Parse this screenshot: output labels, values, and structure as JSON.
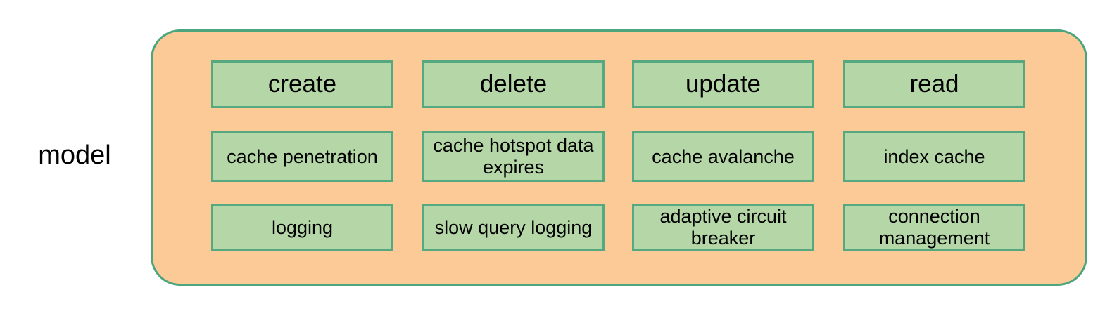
{
  "diagram": {
    "side_label": "model",
    "colors": {
      "group_fill": "#fcca97",
      "group_border": "#4ba57d",
      "node_fill": "#b5d6a7",
      "node_border": "#55a87f",
      "text": "#000000",
      "canvas": "#ffffff"
    },
    "columns": 4,
    "rows": 3,
    "nodes": [
      {
        "row": 0,
        "col": 0,
        "label": "create"
      },
      {
        "row": 0,
        "col": 1,
        "label": "delete"
      },
      {
        "row": 0,
        "col": 2,
        "label": "update"
      },
      {
        "row": 0,
        "col": 3,
        "label": "read"
      },
      {
        "row": 1,
        "col": 0,
        "label": "cache penetration"
      },
      {
        "row": 1,
        "col": 1,
        "label": "cache hotspot data expires"
      },
      {
        "row": 1,
        "col": 2,
        "label": "cache avalanche"
      },
      {
        "row": 1,
        "col": 3,
        "label": "index cache"
      },
      {
        "row": 2,
        "col": 0,
        "label": "logging"
      },
      {
        "row": 2,
        "col": 1,
        "label": "slow query logging"
      },
      {
        "row": 2,
        "col": 2,
        "label": "adaptive circuit breaker"
      },
      {
        "row": 2,
        "col": 3,
        "label": "connection management"
      }
    ]
  }
}
